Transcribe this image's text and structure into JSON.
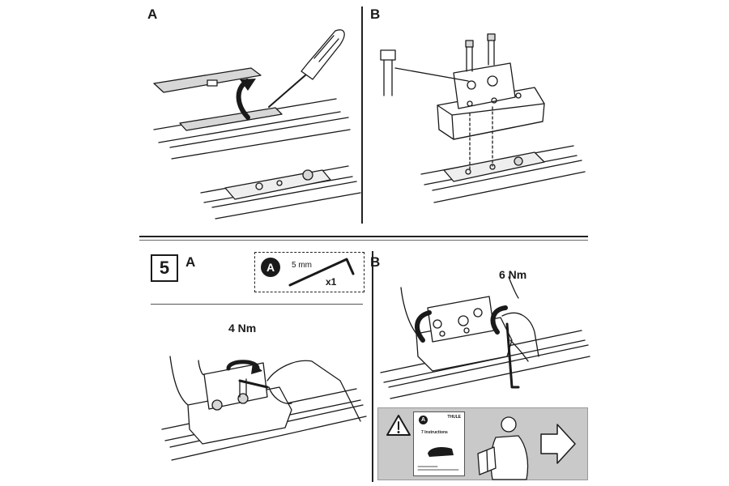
{
  "labels": {
    "panel_a_top": "A",
    "panel_b_top": "B",
    "panel_a_bottom": "A",
    "panel_b_bottom": "B"
  },
  "step": {
    "number": "5"
  },
  "torque": {
    "a": "4 Nm",
    "b": "6 Nm"
  },
  "tool": {
    "badge": "A",
    "size": "5 mm",
    "count": "x1"
  },
  "doc": {
    "badge": "A",
    "brand": "THULE",
    "title": "7 Instructions"
  },
  "colors": {
    "ink": "#1a1a1a",
    "panel_gray": "#c9c9c9",
    "part_gray": "#d7d7d7",
    "white": "#ffffff"
  },
  "icons": [
    "screwdriver-icon",
    "bolt-icon",
    "hex-key-icon",
    "warning-icon",
    "person-reading-icon",
    "arrow-right-icon",
    "hand-icon",
    "rotate-arrow-icon"
  ]
}
